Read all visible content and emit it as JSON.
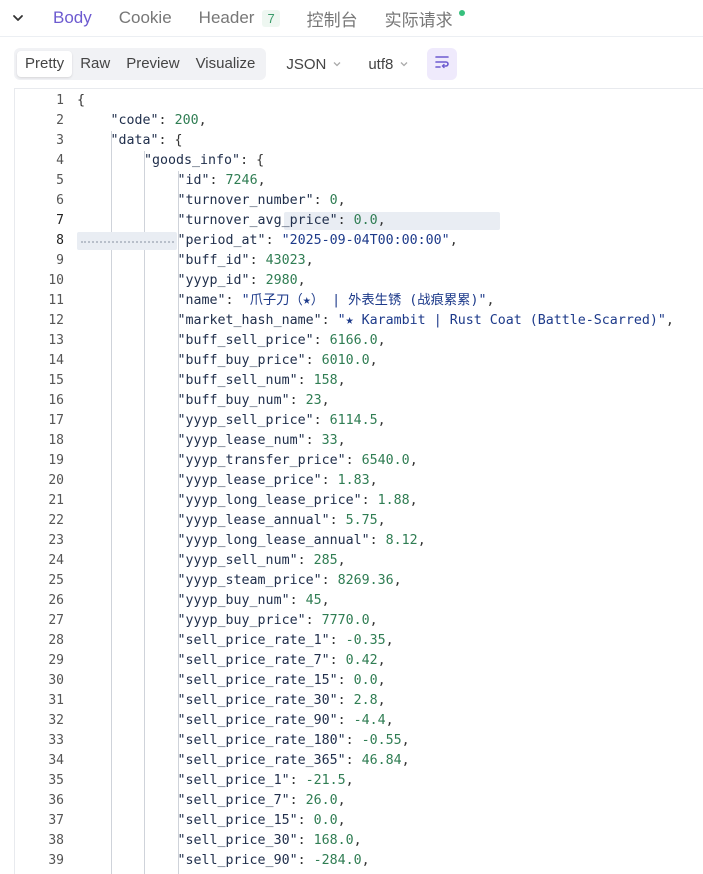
{
  "tabs": [
    {
      "label": "Body",
      "active": true
    },
    {
      "label": "Cookie"
    },
    {
      "label": "Header",
      "badge": "7"
    },
    {
      "label": "控制台"
    },
    {
      "label": "实际请求",
      "dot": true
    }
  ],
  "toolbar": {
    "view_modes": [
      "Pretty",
      "Raw",
      "Preview",
      "Visualize"
    ],
    "selected_mode": "Pretty",
    "format": "JSON",
    "encoding": "utf8"
  },
  "colors": {
    "accent": "#6d5bd0",
    "key": "#202f4c",
    "string": "#1d3a8a",
    "number": "#2f7d53",
    "badge": "#3a9b6a",
    "dot": "#37c07d"
  },
  "editor": {
    "lines": [
      {
        "n": "1",
        "indent": 0,
        "parts": [
          {
            "t": "punct",
            "v": "{"
          }
        ]
      },
      {
        "n": "2",
        "indent": 1,
        "parts": [
          {
            "t": "key",
            "v": "\"code\""
          },
          {
            "t": "punct",
            "v": ": "
          },
          {
            "t": "num",
            "v": "200"
          },
          {
            "t": "punct",
            "v": ","
          }
        ]
      },
      {
        "n": "3",
        "indent": 1,
        "parts": [
          {
            "t": "key",
            "v": "\"data\""
          },
          {
            "t": "punct",
            "v": ": {"
          }
        ]
      },
      {
        "n": "4",
        "indent": 2,
        "parts": [
          {
            "t": "key",
            "v": "\"goods_info\""
          },
          {
            "t": "punct",
            "v": ": {"
          }
        ]
      },
      {
        "n": "5",
        "indent": 3,
        "parts": [
          {
            "t": "key",
            "v": "\"id\""
          },
          {
            "t": "punct",
            "v": ": "
          },
          {
            "t": "num",
            "v": "7246"
          },
          {
            "t": "punct",
            "v": ","
          }
        ]
      },
      {
        "n": "6",
        "indent": 3,
        "parts": [
          {
            "t": "key",
            "v": "\"turnover_number\""
          },
          {
            "t": "punct",
            "v": ": "
          },
          {
            "t": "num",
            "v": "0"
          },
          {
            "t": "punct",
            "v": ","
          }
        ]
      },
      {
        "n": "7",
        "indent": 3,
        "parts": [
          {
            "t": "key",
            "v": "\"turnover_avg_price\""
          },
          {
            "t": "punct",
            "v": ": "
          },
          {
            "t": "num",
            "v": "0.0"
          },
          {
            "t": "punct",
            "v": ","
          }
        ]
      },
      {
        "n": "8",
        "indent": 3,
        "parts": [
          {
            "t": "key",
            "v": "\"period_at\""
          },
          {
            "t": "punct",
            "v": ": "
          },
          {
            "t": "str",
            "v": "\"2025-09-04T00:00:00\""
          },
          {
            "t": "punct",
            "v": ","
          }
        ]
      },
      {
        "n": "9",
        "indent": 3,
        "parts": [
          {
            "t": "key",
            "v": "\"buff_id\""
          },
          {
            "t": "punct",
            "v": ": "
          },
          {
            "t": "num",
            "v": "43023"
          },
          {
            "t": "punct",
            "v": ","
          }
        ]
      },
      {
        "n": "10",
        "indent": 3,
        "parts": [
          {
            "t": "key",
            "v": "\"yyyp_id\""
          },
          {
            "t": "punct",
            "v": ": "
          },
          {
            "t": "num",
            "v": "2980"
          },
          {
            "t": "punct",
            "v": ","
          }
        ]
      },
      {
        "n": "11",
        "indent": 3,
        "parts": [
          {
            "t": "key",
            "v": "\"name\""
          },
          {
            "t": "punct",
            "v": ": "
          },
          {
            "t": "str",
            "v": "\"爪子刀（★） | 外表生锈 (战痕累累)\""
          },
          {
            "t": "punct",
            "v": ","
          }
        ]
      },
      {
        "n": "12",
        "indent": 3,
        "parts": [
          {
            "t": "key",
            "v": "\"market_hash_name\""
          },
          {
            "t": "punct",
            "v": ": "
          },
          {
            "t": "str",
            "v": "\"★ Karambit | Rust Coat (Battle-Scarred)\""
          },
          {
            "t": "punct",
            "v": ","
          }
        ]
      },
      {
        "n": "13",
        "indent": 3,
        "parts": [
          {
            "t": "key",
            "v": "\"buff_sell_price\""
          },
          {
            "t": "punct",
            "v": ": "
          },
          {
            "t": "num",
            "v": "6166.0"
          },
          {
            "t": "punct",
            "v": ","
          }
        ]
      },
      {
        "n": "14",
        "indent": 3,
        "parts": [
          {
            "t": "key",
            "v": "\"buff_buy_price\""
          },
          {
            "t": "punct",
            "v": ": "
          },
          {
            "t": "num",
            "v": "6010.0"
          },
          {
            "t": "punct",
            "v": ","
          }
        ]
      },
      {
        "n": "15",
        "indent": 3,
        "parts": [
          {
            "t": "key",
            "v": "\"buff_sell_num\""
          },
          {
            "t": "punct",
            "v": ": "
          },
          {
            "t": "num",
            "v": "158"
          },
          {
            "t": "punct",
            "v": ","
          }
        ]
      },
      {
        "n": "16",
        "indent": 3,
        "parts": [
          {
            "t": "key",
            "v": "\"buff_buy_num\""
          },
          {
            "t": "punct",
            "v": ": "
          },
          {
            "t": "num",
            "v": "23"
          },
          {
            "t": "punct",
            "v": ","
          }
        ]
      },
      {
        "n": "17",
        "indent": 3,
        "parts": [
          {
            "t": "key",
            "v": "\"yyyp_sell_price\""
          },
          {
            "t": "punct",
            "v": ": "
          },
          {
            "t": "num",
            "v": "6114.5"
          },
          {
            "t": "punct",
            "v": ","
          }
        ]
      },
      {
        "n": "18",
        "indent": 3,
        "parts": [
          {
            "t": "key",
            "v": "\"yyyp_lease_num\""
          },
          {
            "t": "punct",
            "v": ": "
          },
          {
            "t": "num",
            "v": "33"
          },
          {
            "t": "punct",
            "v": ","
          }
        ]
      },
      {
        "n": "19",
        "indent": 3,
        "parts": [
          {
            "t": "key",
            "v": "\"yyyp_transfer_price\""
          },
          {
            "t": "punct",
            "v": ": "
          },
          {
            "t": "num",
            "v": "6540.0"
          },
          {
            "t": "punct",
            "v": ","
          }
        ]
      },
      {
        "n": "20",
        "indent": 3,
        "parts": [
          {
            "t": "key",
            "v": "\"yyyp_lease_price\""
          },
          {
            "t": "punct",
            "v": ": "
          },
          {
            "t": "num",
            "v": "1.83"
          },
          {
            "t": "punct",
            "v": ","
          }
        ]
      },
      {
        "n": "21",
        "indent": 3,
        "parts": [
          {
            "t": "key",
            "v": "\"yyyp_long_lease_price\""
          },
          {
            "t": "punct",
            "v": ": "
          },
          {
            "t": "num",
            "v": "1.88"
          },
          {
            "t": "punct",
            "v": ","
          }
        ]
      },
      {
        "n": "22",
        "indent": 3,
        "parts": [
          {
            "t": "key",
            "v": "\"yyyp_lease_annual\""
          },
          {
            "t": "punct",
            "v": ": "
          },
          {
            "t": "num",
            "v": "5.75"
          },
          {
            "t": "punct",
            "v": ","
          }
        ]
      },
      {
        "n": "23",
        "indent": 3,
        "parts": [
          {
            "t": "key",
            "v": "\"yyyp_long_lease_annual\""
          },
          {
            "t": "punct",
            "v": ": "
          },
          {
            "t": "num",
            "v": "8.12"
          },
          {
            "t": "punct",
            "v": ","
          }
        ]
      },
      {
        "n": "24",
        "indent": 3,
        "parts": [
          {
            "t": "key",
            "v": "\"yyyp_sell_num\""
          },
          {
            "t": "punct",
            "v": ": "
          },
          {
            "t": "num",
            "v": "285"
          },
          {
            "t": "punct",
            "v": ","
          }
        ]
      },
      {
        "n": "25",
        "indent": 3,
        "parts": [
          {
            "t": "key",
            "v": "\"yyyp_steam_price\""
          },
          {
            "t": "punct",
            "v": ": "
          },
          {
            "t": "num",
            "v": "8269.36"
          },
          {
            "t": "punct",
            "v": ","
          }
        ]
      },
      {
        "n": "26",
        "indent": 3,
        "parts": [
          {
            "t": "key",
            "v": "\"yyyp_buy_num\""
          },
          {
            "t": "punct",
            "v": ": "
          },
          {
            "t": "num",
            "v": "45"
          },
          {
            "t": "punct",
            "v": ","
          }
        ]
      },
      {
        "n": "27",
        "indent": 3,
        "parts": [
          {
            "t": "key",
            "v": "\"yyyp_buy_price\""
          },
          {
            "t": "punct",
            "v": ": "
          },
          {
            "t": "num",
            "v": "7770.0"
          },
          {
            "t": "punct",
            "v": ","
          }
        ]
      },
      {
        "n": "28",
        "indent": 3,
        "parts": [
          {
            "t": "key",
            "v": "\"sell_price_rate_1\""
          },
          {
            "t": "punct",
            "v": ": "
          },
          {
            "t": "num",
            "v": "-0.35"
          },
          {
            "t": "punct",
            "v": ","
          }
        ]
      },
      {
        "n": "29",
        "indent": 3,
        "parts": [
          {
            "t": "key",
            "v": "\"sell_price_rate_7\""
          },
          {
            "t": "punct",
            "v": ": "
          },
          {
            "t": "num",
            "v": "0.42"
          },
          {
            "t": "punct",
            "v": ","
          }
        ]
      },
      {
        "n": "30",
        "indent": 3,
        "parts": [
          {
            "t": "key",
            "v": "\"sell_price_rate_15\""
          },
          {
            "t": "punct",
            "v": ": "
          },
          {
            "t": "num",
            "v": "0.0"
          },
          {
            "t": "punct",
            "v": ","
          }
        ]
      },
      {
        "n": "31",
        "indent": 3,
        "parts": [
          {
            "t": "key",
            "v": "\"sell_price_rate_30\""
          },
          {
            "t": "punct",
            "v": ": "
          },
          {
            "t": "num",
            "v": "2.8"
          },
          {
            "t": "punct",
            "v": ","
          }
        ]
      },
      {
        "n": "32",
        "indent": 3,
        "parts": [
          {
            "t": "key",
            "v": "\"sell_price_rate_90\""
          },
          {
            "t": "punct",
            "v": ": "
          },
          {
            "t": "num",
            "v": "-4.4"
          },
          {
            "t": "punct",
            "v": ","
          }
        ]
      },
      {
        "n": "33",
        "indent": 3,
        "parts": [
          {
            "t": "key",
            "v": "\"sell_price_rate_180\""
          },
          {
            "t": "punct",
            "v": ": "
          },
          {
            "t": "num",
            "v": "-0.55"
          },
          {
            "t": "punct",
            "v": ","
          }
        ]
      },
      {
        "n": "34",
        "indent": 3,
        "parts": [
          {
            "t": "key",
            "v": "\"sell_price_rate_365\""
          },
          {
            "t": "punct",
            "v": ": "
          },
          {
            "t": "num",
            "v": "46.84"
          },
          {
            "t": "punct",
            "v": ","
          }
        ]
      },
      {
        "n": "35",
        "indent": 3,
        "parts": [
          {
            "t": "key",
            "v": "\"sell_price_1\""
          },
          {
            "t": "punct",
            "v": ": "
          },
          {
            "t": "num",
            "v": "-21.5"
          },
          {
            "t": "punct",
            "v": ","
          }
        ]
      },
      {
        "n": "36",
        "indent": 3,
        "parts": [
          {
            "t": "key",
            "v": "\"sell_price_7\""
          },
          {
            "t": "punct",
            "v": ": "
          },
          {
            "t": "num",
            "v": "26.0"
          },
          {
            "t": "punct",
            "v": ","
          }
        ]
      },
      {
        "n": "37",
        "indent": 3,
        "parts": [
          {
            "t": "key",
            "v": "\"sell_price_15\""
          },
          {
            "t": "punct",
            "v": ": "
          },
          {
            "t": "num",
            "v": "0.0"
          },
          {
            "t": "punct",
            "v": ","
          }
        ]
      },
      {
        "n": "38",
        "indent": 3,
        "parts": [
          {
            "t": "key",
            "v": "\"sell_price_30\""
          },
          {
            "t": "punct",
            "v": ": "
          },
          {
            "t": "num",
            "v": "168.0"
          },
          {
            "t": "punct",
            "v": ","
          }
        ]
      },
      {
        "n": "39",
        "indent": 3,
        "parts": [
          {
            "t": "key",
            "v": "\"sell_price_90\""
          },
          {
            "t": "punct",
            "v": ": "
          },
          {
            "t": "num",
            "v": "-284.0"
          },
          {
            "t": "punct",
            "v": ","
          }
        ]
      }
    ]
  }
}
